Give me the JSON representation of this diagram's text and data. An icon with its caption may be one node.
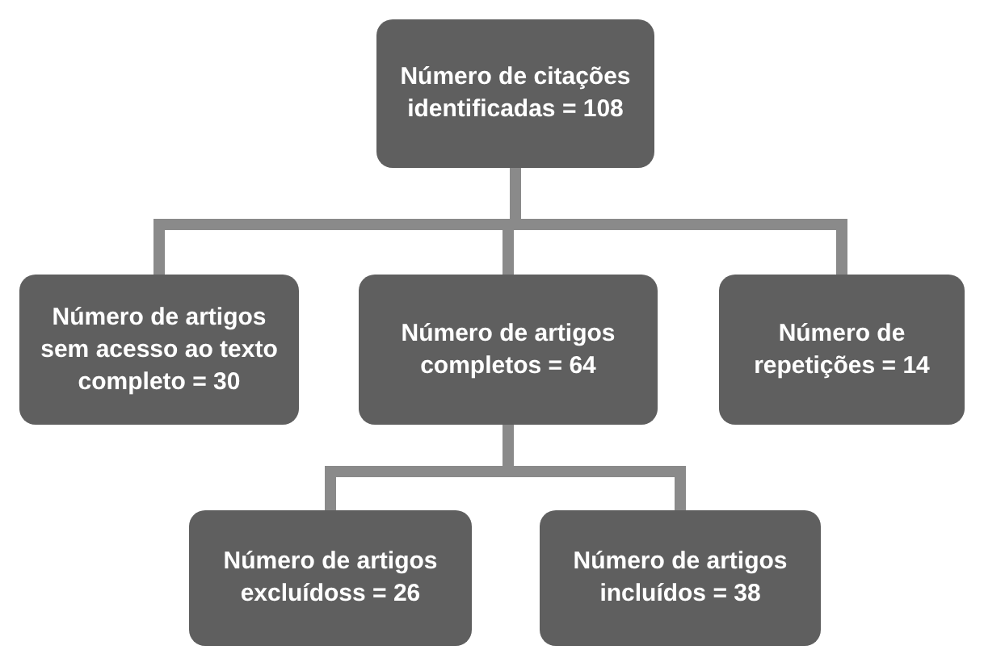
{
  "diagram": {
    "nodes": [
      {
        "text": [
          "Número de citações identificadas = 108"
        ]
      },
      {
        "text": [
          "Número de artigos sem acesso ao texto completo = 30"
        ]
      },
      {
        "text": [
          "Número de artigos completos = 64"
        ]
      },
      {
        "text": [
          "Número de repetições = 14"
        ]
      },
      {
        "text": [
          "Número de artigos excluídoss = 26"
        ]
      },
      {
        "text": [
          "Número de artigos incluídos = 38"
        ]
      }
    ],
    "edges": [
      {
        "from": 0,
        "to": 1,
        "arrow": "none"
      },
      {
        "from": 0,
        "to": 2,
        "arrow": "none"
      },
      {
        "from": 0,
        "to": 3,
        "arrow": "none"
      },
      {
        "from": 2,
        "to": 4,
        "arrow": "none"
      },
      {
        "from": 2,
        "to": 5,
        "arrow": "none"
      }
    ]
  }
}
